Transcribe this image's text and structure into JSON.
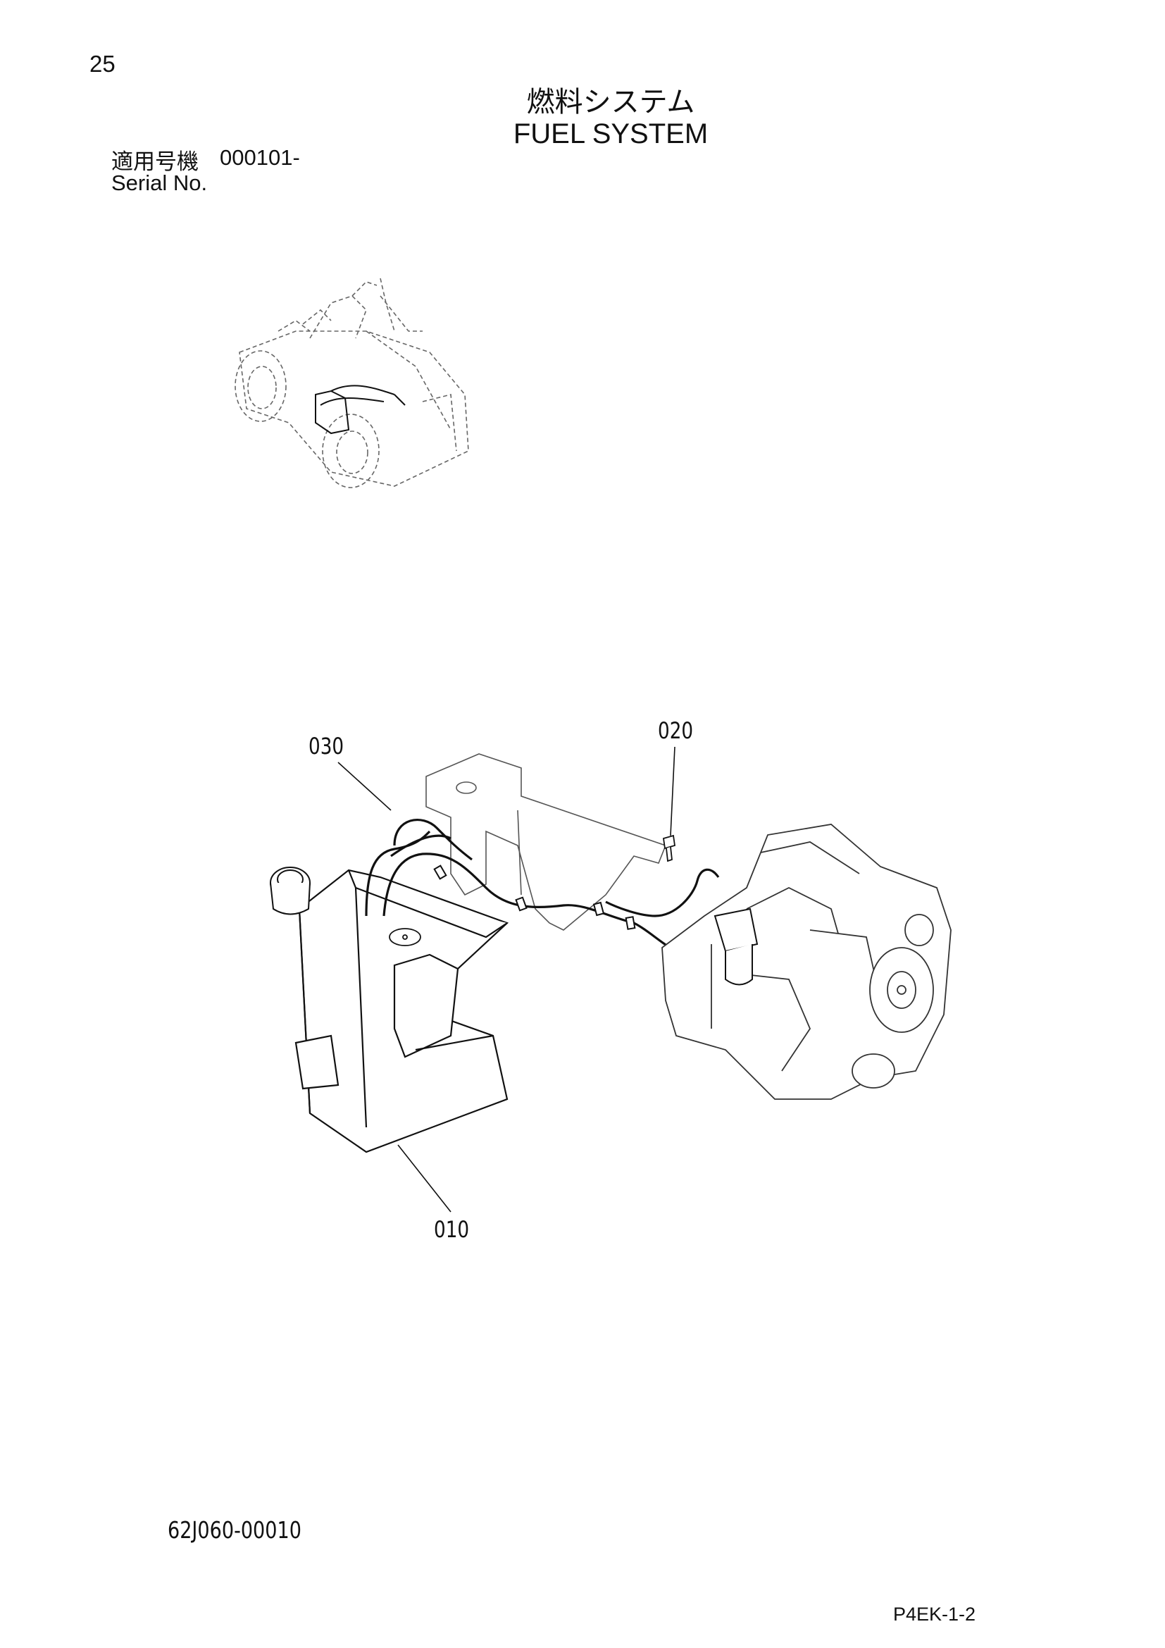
{
  "page": {
    "number": "25",
    "title_jp": "燃料システム",
    "title_en": "FUEL SYSTEM",
    "serial_label_jp": "適用号機",
    "serial_value": "000101-",
    "serial_label_en": "Serial No.",
    "drawing_code": "62J060-00010",
    "page_code": "P4EK-1-2"
  },
  "callouts": [
    "030",
    "020",
    "010"
  ]
}
